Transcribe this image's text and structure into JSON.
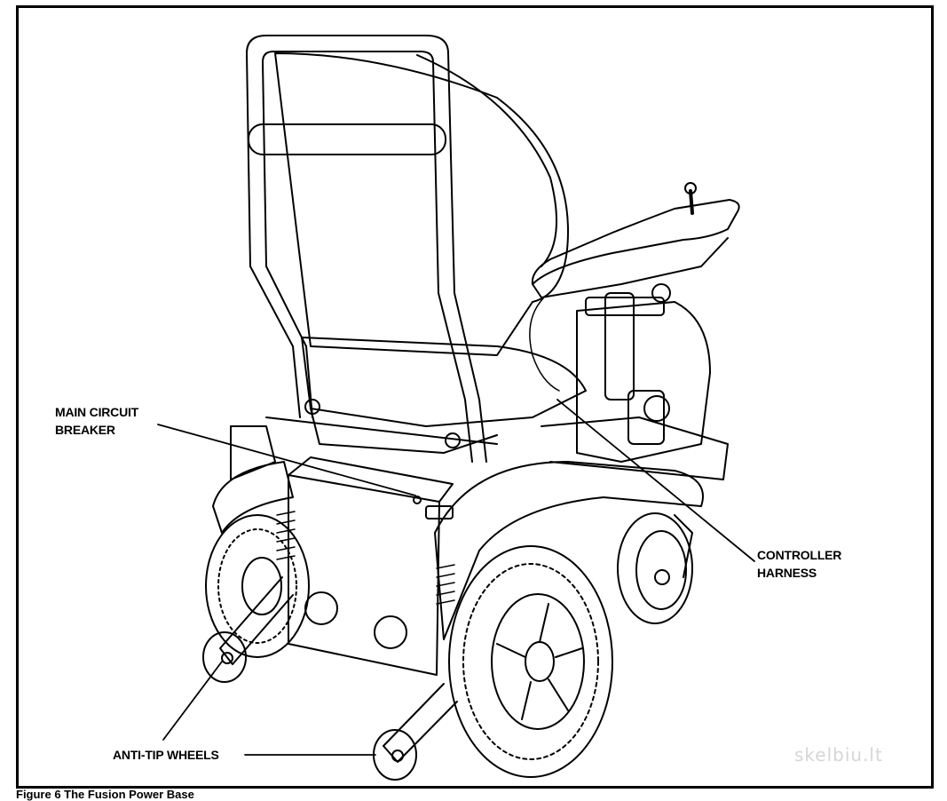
{
  "labels": {
    "main_circuit_breaker": [
      "MAIN CIRCUIT",
      "BREAKER"
    ],
    "controller_harness": [
      "CONTROLLER",
      "HARNESS"
    ],
    "anti_tip_wheels": "ANTI-TIP WHEELS"
  },
  "watermark": "skelbiu.lt",
  "caption": "Figure 6  The Fusion Power Base"
}
